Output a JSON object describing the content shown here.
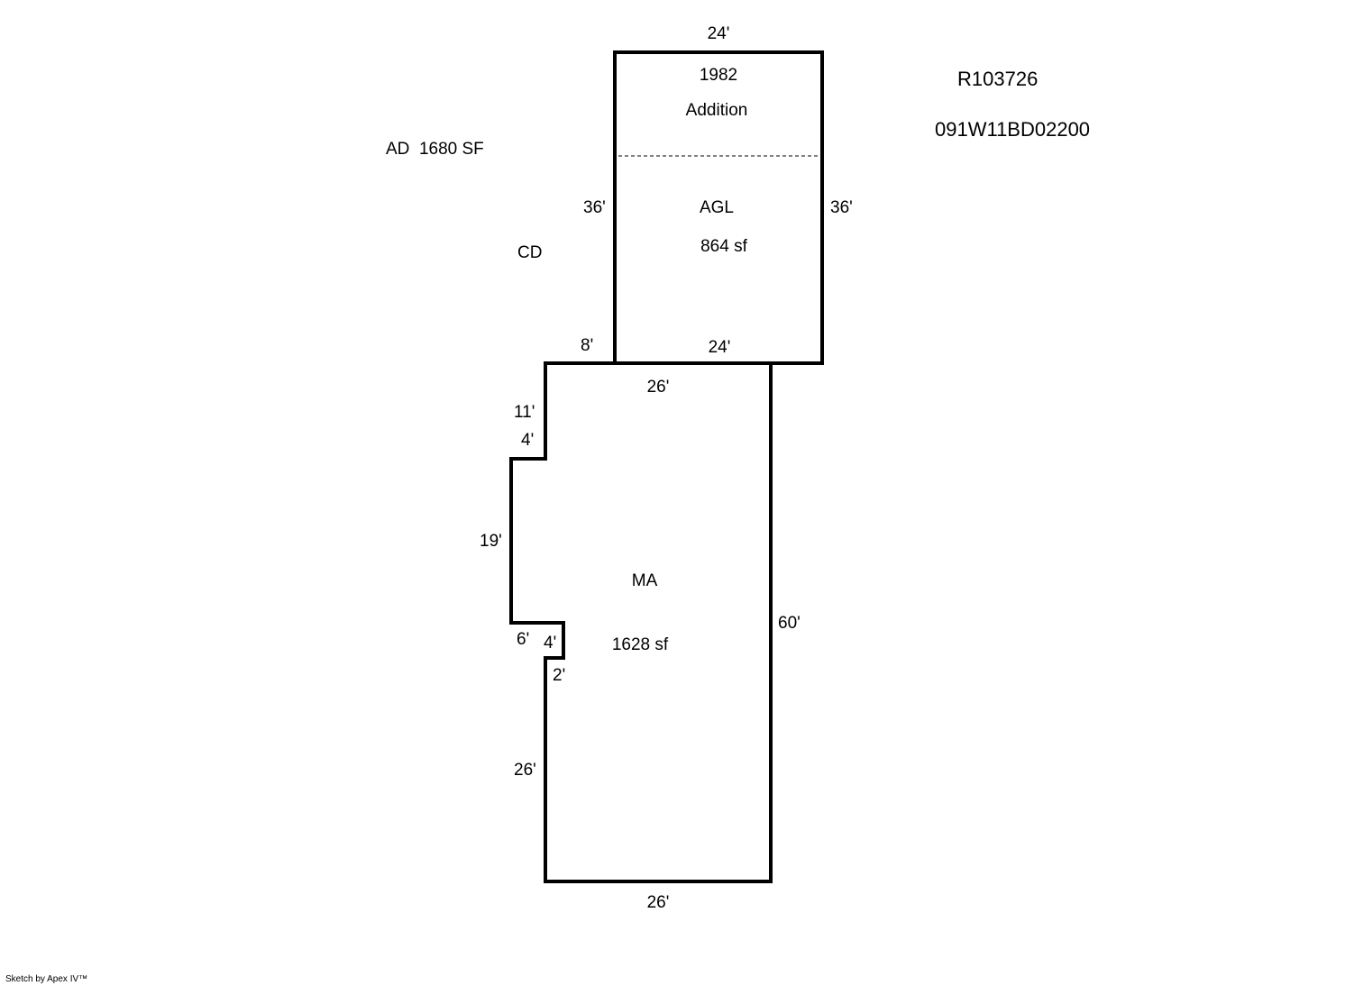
{
  "header": {
    "parcel_id": "R103726",
    "map_taxlot": "091W11BD02200",
    "area_total": "AD  1680 SF",
    "code": "CD"
  },
  "areas": {
    "addition": {
      "year": "1982",
      "label": "Addition",
      "code": "AGL",
      "size": "864 sf"
    },
    "main": {
      "code": "MA",
      "size": "1628 sf"
    }
  },
  "dimensions": {
    "agl_top": "24'",
    "agl_left": "36'",
    "agl_right": "36'",
    "agl_bottom": "24'",
    "offset_top": "8'",
    "ma_top": "26'",
    "ma_left_upper": "11'",
    "jog_upper": "4'",
    "ma_left_mid": "19'",
    "jog_lower_left": "6'",
    "jog_lower_right": "4'",
    "jog_step": "2'",
    "ma_left_lower": "26'",
    "ma_right": "60'",
    "ma_bottom": "26'"
  },
  "footer": {
    "credit": "Sketch by Apex IV™"
  }
}
